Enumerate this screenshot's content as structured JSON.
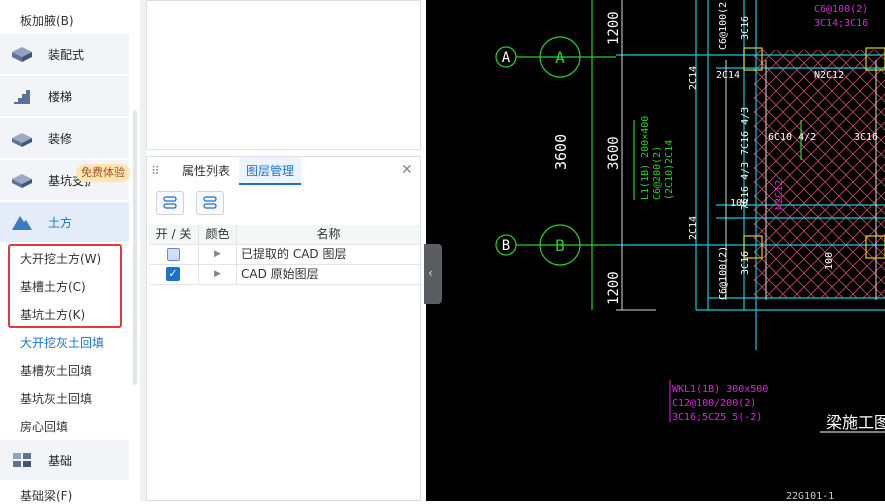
{
  "leftnav": {
    "top_item": "板加腋(B)",
    "categories": [
      {
        "label": "装配式",
        "icon": "prefab-icon"
      },
      {
        "label": "楼梯",
        "icon": "stairs-icon"
      },
      {
        "label": "装修",
        "icon": "decoration-icon"
      },
      {
        "label": "基坑支护",
        "icon": "foundation-pit-icon"
      },
      {
        "label": "土方",
        "icon": "earthwork-icon"
      },
      {
        "label": "基础",
        "icon": "foundation-icon"
      }
    ],
    "earthwork_items": [
      "大开挖土方(W)",
      "基槽土方(C)",
      "基坑土方(K)",
      "大开挖灰土回填",
      "基槽灰土回填",
      "基坑灰土回填",
      "房心回填"
    ],
    "bottom_item": "基础梁(F)",
    "free_badge": "免费体验"
  },
  "panel": {
    "tabs": [
      "属性列表",
      "图层管理"
    ],
    "active_tab": "图层管理",
    "columns": [
      "开 / 关",
      "颜色",
      "名称"
    ],
    "rows": [
      {
        "checked": false,
        "name": "已提取的 CAD 图层"
      },
      {
        "checked": true,
        "name": "CAD 原始图层"
      }
    ]
  },
  "cad": {
    "axis_a": "A",
    "axis_b": "B",
    "dim_1200_top": "1200",
    "dim_3600_outer": "3600",
    "dim_3600_inner": "3600",
    "dim_1200_bottom": "1200",
    "beam_label_1": "L1(1B) 200×400",
    "beam_label_2": "C6@200(2)",
    "beam_label_3": "(2C10)2C14",
    "wkl_1": "WKL1(1B) 300x500",
    "wkl_2": "C12@100/200(2)",
    "wkl_3": "3C16;5C25 5(-2)",
    "title": "梁施工图",
    "n2c12": "N2C12",
    "c6_top1": "C6@100(2)",
    "c6_top2": "3C14;3C16",
    "c16_43": "7C16 4/3",
    "c10_42": "6C10 4/2",
    "c16_3": "3C16",
    "c14": "2C14",
    "c100": "100",
    "footer": "22G101-1"
  }
}
